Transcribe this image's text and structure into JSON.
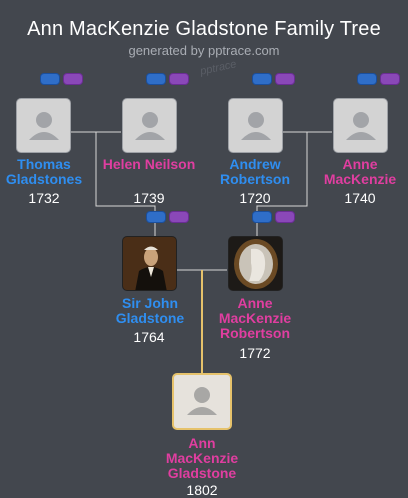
{
  "header": {
    "title": "Ann MacKenzie Gladstone Family Tree",
    "subtitle": "generated by pptrace.com",
    "watermark": "pptrace"
  },
  "colors": {
    "background": "#43474e",
    "male": "#2f8ef0",
    "female": "#e03ea0",
    "focus_line": "#e6c26b",
    "connector": "#d7d7d7"
  },
  "people": {
    "thomas": {
      "name": "Thomas Gladstones",
      "year": "1732",
      "gender": "male",
      "photo": "placeholder-avatar-icon"
    },
    "helen": {
      "name": "Helen Neilson",
      "year": "1739",
      "gender": "female",
      "photo": "placeholder-avatar-icon"
    },
    "andrew": {
      "name": "Andrew Robertson",
      "year": "1720",
      "gender": "male",
      "photo": "placeholder-avatar-icon"
    },
    "anne_m": {
      "name": "Anne MacKenzie",
      "year": "1740",
      "gender": "female",
      "photo": "placeholder-avatar-icon"
    },
    "john": {
      "name": "Sir John Gladstone",
      "year": "1764",
      "gender": "male",
      "photo": "portrait-photo"
    },
    "anne_r": {
      "name": "Anne MacKenzie Robertson",
      "year": "1772",
      "gender": "female",
      "photo": "cameo-photo"
    },
    "ann": {
      "name": "Ann MacKenzie Gladstone",
      "year": "1802",
      "gender": "female",
      "photo": "placeholder-avatar-icon"
    }
  }
}
